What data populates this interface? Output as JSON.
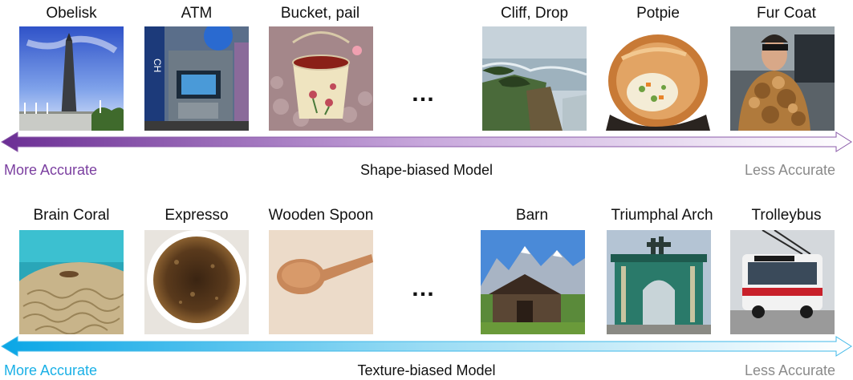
{
  "rows": [
    {
      "model": "Shape-biased Model",
      "more": "More Accurate",
      "less": "Less Accurate",
      "accent": "#7b3fa0",
      "items": [
        {
          "label": "Obelisk"
        },
        {
          "label": "ATM"
        },
        {
          "label": "Bucket, pail"
        },
        {
          "label": "Cliff, Drop"
        },
        {
          "label": "Potpie"
        },
        {
          "label": "Fur Coat"
        }
      ]
    },
    {
      "model": "Texture-biased Model",
      "more": "More Accurate",
      "less": "Less Accurate",
      "accent": "#1ab0e6",
      "items": [
        {
          "label": "Brain Coral"
        },
        {
          "label": "Expresso"
        },
        {
          "label": "Wooden Spoon"
        },
        {
          "label": "Barn"
        },
        {
          "label": "Triumphal Arch"
        },
        {
          "label": "Trolleybus"
        }
      ]
    }
  ],
  "ellipsis": "…"
}
